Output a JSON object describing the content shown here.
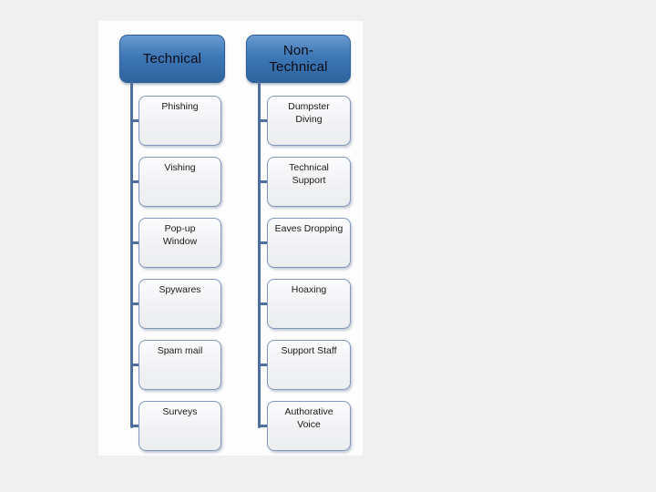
{
  "page": {
    "background_color": "#f0f0f1",
    "slide_background_color": "#fdfdfe"
  },
  "diagram": {
    "type": "hierarchy",
    "header_fill_color": "#3d77b6",
    "connector_color": "#4e6f9f",
    "child_border_color": "#8097ba",
    "child_fill_color": "#f0f1f3",
    "columns": [
      {
        "header": "Technical",
        "items": [
          "Phishing",
          "Vishing",
          "Pop-up\nWindow",
          "Spywares",
          "Spam mail",
          "Surveys"
        ]
      },
      {
        "header": "Non-\nTechnical",
        "items": [
          "Dumpster\nDiving",
          "Technical\nSupport",
          "Eaves Dropping",
          "Hoaxing",
          "Support Staff",
          "Authorative\nVoice"
        ]
      }
    ]
  }
}
